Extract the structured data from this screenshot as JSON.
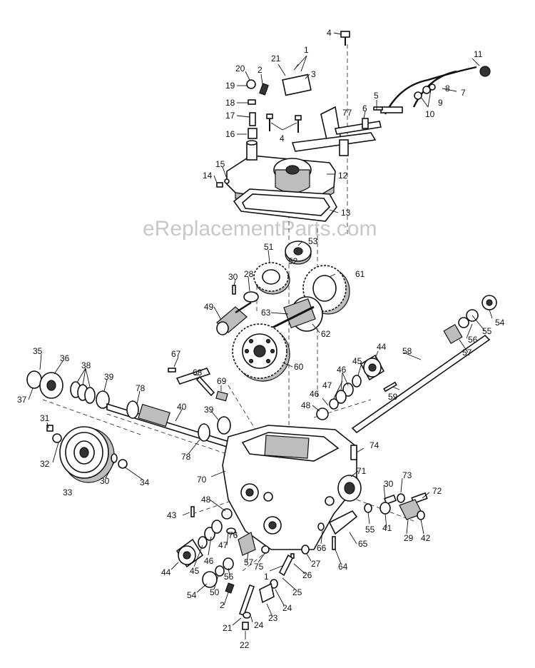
{
  "watermark": "eReplacementParts.com",
  "callouts": [
    {
      "id": "c1a",
      "text": "1"
    },
    {
      "id": "c2a",
      "text": "2"
    },
    {
      "id": "c3",
      "text": "3"
    },
    {
      "id": "c4a",
      "text": "4"
    },
    {
      "id": "c4b",
      "text": "4"
    },
    {
      "id": "c5",
      "text": "5"
    },
    {
      "id": "c6",
      "text": "6"
    },
    {
      "id": "c7",
      "text": "7"
    },
    {
      "id": "c8",
      "text": "8"
    },
    {
      "id": "c9",
      "text": "9"
    },
    {
      "id": "c10",
      "text": "10"
    },
    {
      "id": "c11",
      "text": "11"
    },
    {
      "id": "c12",
      "text": "12"
    },
    {
      "id": "c13",
      "text": "13"
    },
    {
      "id": "c14",
      "text": "14"
    },
    {
      "id": "c15",
      "text": "15"
    },
    {
      "id": "c16",
      "text": "16"
    },
    {
      "id": "c17",
      "text": "17"
    },
    {
      "id": "c18",
      "text": "18"
    },
    {
      "id": "c19",
      "text": "19"
    },
    {
      "id": "c20",
      "text": "20"
    },
    {
      "id": "c21a",
      "text": "21"
    },
    {
      "id": "c77",
      "text": "77"
    },
    {
      "id": "c51",
      "text": "51"
    },
    {
      "id": "c53",
      "text": "53"
    },
    {
      "id": "c52",
      "text": "52"
    },
    {
      "id": "c30a",
      "text": "30"
    },
    {
      "id": "c28",
      "text": "28"
    },
    {
      "id": "c61",
      "text": "61"
    },
    {
      "id": "c49",
      "text": "49"
    },
    {
      "id": "c63",
      "text": "63"
    },
    {
      "id": "c62",
      "text": "62"
    },
    {
      "id": "c54a",
      "text": "54"
    },
    {
      "id": "c55a",
      "text": "55"
    },
    {
      "id": "c56a",
      "text": "56"
    },
    {
      "id": "c57a",
      "text": "57"
    },
    {
      "id": "c35",
      "text": "35"
    },
    {
      "id": "c36",
      "text": "36"
    },
    {
      "id": "c37",
      "text": "37"
    },
    {
      "id": "c38",
      "text": "38"
    },
    {
      "id": "c39a",
      "text": "39"
    },
    {
      "id": "c78a",
      "text": "78"
    },
    {
      "id": "c67",
      "text": "67"
    },
    {
      "id": "c68",
      "text": "68"
    },
    {
      "id": "c69",
      "text": "69"
    },
    {
      "id": "c60",
      "text": "60"
    },
    {
      "id": "c44a",
      "text": "44"
    },
    {
      "id": "c45a",
      "text": "45"
    },
    {
      "id": "c46a",
      "text": "46"
    },
    {
      "id": "c47a",
      "text": "47"
    },
    {
      "id": "c58",
      "text": "58"
    },
    {
      "id": "c59",
      "text": "59"
    },
    {
      "id": "c46b",
      "text": "46"
    },
    {
      "id": "c48a",
      "text": "48"
    },
    {
      "id": "c31",
      "text": "31"
    },
    {
      "id": "c40",
      "text": "40"
    },
    {
      "id": "c39b",
      "text": "39"
    },
    {
      "id": "c32",
      "text": "32"
    },
    {
      "id": "c78b",
      "text": "78"
    },
    {
      "id": "c33",
      "text": "33"
    },
    {
      "id": "c30b",
      "text": "30"
    },
    {
      "id": "c34",
      "text": "34"
    },
    {
      "id": "c74",
      "text": "74"
    },
    {
      "id": "c70",
      "text": "70"
    },
    {
      "id": "c71",
      "text": "71"
    },
    {
      "id": "c73",
      "text": "73"
    },
    {
      "id": "c30c",
      "text": "30"
    },
    {
      "id": "c72",
      "text": "72"
    },
    {
      "id": "c48b",
      "text": "48"
    },
    {
      "id": "c43",
      "text": "43"
    },
    {
      "id": "c55b",
      "text": "55"
    },
    {
      "id": "c41",
      "text": "41"
    },
    {
      "id": "c29",
      "text": "29"
    },
    {
      "id": "c42",
      "text": "42"
    },
    {
      "id": "c47b",
      "text": "47"
    },
    {
      "id": "c76",
      "text": "76"
    },
    {
      "id": "c66",
      "text": "66"
    },
    {
      "id": "c65",
      "text": "65"
    },
    {
      "id": "c46c",
      "text": "46"
    },
    {
      "id": "c45b",
      "text": "45"
    },
    {
      "id": "c57b",
      "text": "57"
    },
    {
      "id": "c27",
      "text": "27"
    },
    {
      "id": "c64",
      "text": "64"
    },
    {
      "id": "c44b",
      "text": "44"
    },
    {
      "id": "c75",
      "text": "75"
    },
    {
      "id": "c26",
      "text": "26"
    },
    {
      "id": "c56b",
      "text": "56"
    },
    {
      "id": "c1b",
      "text": "1"
    },
    {
      "id": "c25",
      "text": "25"
    },
    {
      "id": "c54b",
      "text": "54"
    },
    {
      "id": "c50",
      "text": "50"
    },
    {
      "id": "c24a",
      "text": "24"
    },
    {
      "id": "c2b",
      "text": "2"
    },
    {
      "id": "c23",
      "text": "23"
    },
    {
      "id": "c24b",
      "text": "24"
    },
    {
      "id": "c21b",
      "text": "21"
    },
    {
      "id": "c22",
      "text": "22"
    }
  ]
}
